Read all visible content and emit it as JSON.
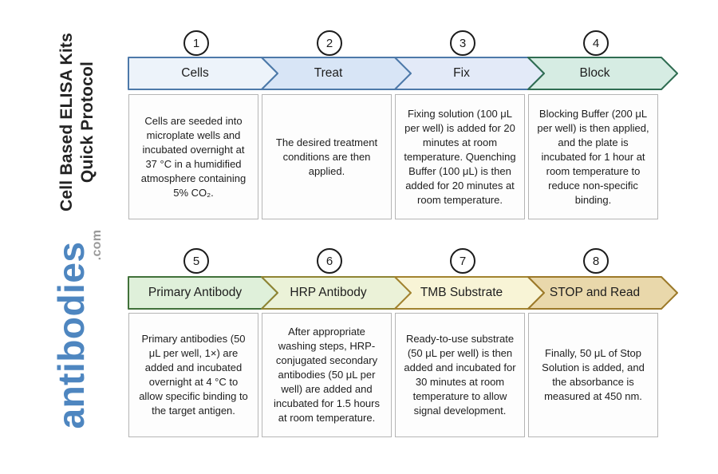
{
  "page": {
    "background": "#ffffff"
  },
  "sidebar": {
    "title_line1": "Cell Based ELISA Kits",
    "title_line2": "Quick Protocol",
    "brand": "antibodies",
    "brand_suffix": ".com",
    "brand_color": "#4e86c0",
    "brand_suffix_color": "#9a9a9a"
  },
  "steps": [
    {
      "number": "1",
      "label": "Cells",
      "fill": "#edf3fa",
      "stroke": "#4d79a9",
      "description": "Cells are seeded into microplate wells and incubated overnight at 37 °C in a humidified atmosphere containing 5% CO₂."
    },
    {
      "number": "2",
      "label": "Treat",
      "fill": "#d8e5f6",
      "stroke": "#4d79a9",
      "description": "The desired treatment conditions are then applied."
    },
    {
      "number": "3",
      "label": "Fix",
      "fill": "#e3eaf8",
      "stroke": "#4d79a9",
      "description": "Fixing solution (100 μL per well) is added for 20 minutes at room temperature. Quenching Buffer (100 μL) is then added for 20 minutes at room temperature."
    },
    {
      "number": "4",
      "label": "Block",
      "fill": "#d6ece3",
      "stroke": "#2f6d52",
      "description": "Blocking Buffer (200 μL per well) is then applied, and the plate is incubated for 1 hour at room temperature to reduce non-specific binding."
    },
    {
      "number": "5",
      "label": "Primary Antibody",
      "fill": "#dff0da",
      "stroke": "#41713a",
      "description": "Primary antibodies (50 μL per well, 1×) are added and incubated overnight at 4 °C to allow specific binding to the target antigen."
    },
    {
      "number": "6",
      "label": "HRP Antibody",
      "fill": "#ebf2d8",
      "stroke": "#8f8433",
      "description": "After appropriate washing steps, HRP-conjugated secondary antibodies (50 μL per well) are added and incubated for 1.5 hours at room temperature."
    },
    {
      "number": "7",
      "label": "TMB Substrate",
      "fill": "#f8f4d6",
      "stroke": "#a2832f",
      "description": "Ready-to-use substrate (50 μL per well) is then added and incubated for 30 minutes at room temperature to allow signal development."
    },
    {
      "number": "8",
      "label": "STOP and Read",
      "fill": "#e9d8ab",
      "stroke": "#9c7929",
      "description": "Finally, 50 μL of Stop Solution is added, and the absorbance is measured at 450 nm."
    }
  ]
}
